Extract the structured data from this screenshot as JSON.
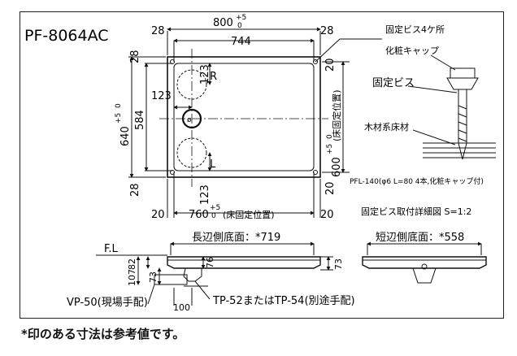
{
  "model": "PF-8064AC",
  "top_view": {
    "width_total": "800",
    "width_tol_plus": "+5",
    "width_tol_zero": "0",
    "width_inner": "744",
    "margin_28": "28",
    "height_total": "640",
    "height_tol": "+5  0",
    "height_inner": "584",
    "dim_123": "123",
    "dim_20": "20",
    "label_r": "R",
    "label_l": "L",
    "drain_mark": "ø",
    "fix_screw_4": "固定ビス4ケ所",
    "floor_fix_760": "760",
    "floor_fix_tol_plus": "+5",
    "floor_fix_tol_zero": "0",
    "floor_fix_label": "(床固定位置)",
    "floor_fix_600": "600",
    "floor_fix_vertical_label": "(床固定位置)",
    "floor_fix_600_tol": "+5  0"
  },
  "detail": {
    "cap": "化粧キャップ",
    "screw": "固定ビス",
    "wood": "木材系床材",
    "spec": "PFL-140(φ6 L=80 4本,化粧キャップ付)",
    "caption": "固定ビス取付詳細図 S=1:2"
  },
  "side_long": {
    "title": "長辺側底面：*719",
    "fl": "F.L",
    "dim_82": "82",
    "dim_107": "107",
    "dim_73": "73",
    "dim_76": "76",
    "dim_73_right": "73",
    "dim_100": "100",
    "vp": "VP-50(現場手配)",
    "trap": "TP-52またはTP-54(別途手配)"
  },
  "side_short": {
    "title": "短辺側底面：*558"
  },
  "footnote": "*印のある寸法は参考値です。"
}
